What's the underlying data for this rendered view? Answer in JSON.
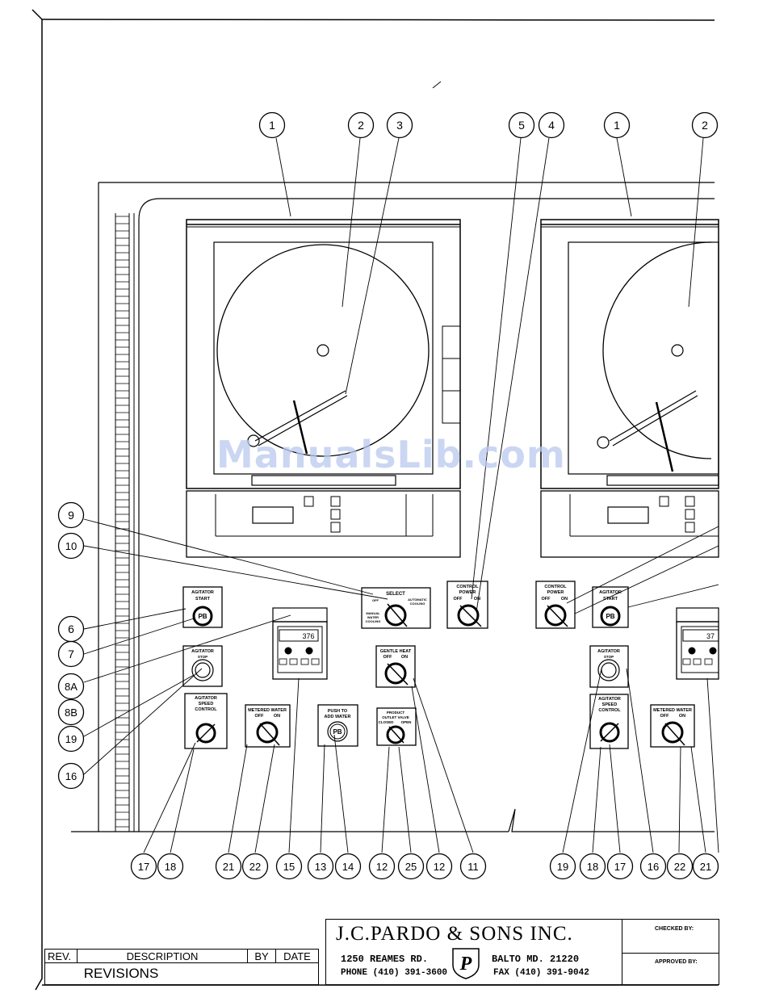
{
  "watermark": "ManualsLib.com",
  "callouts": [
    {
      "id": "c1a",
      "label": "1"
    },
    {
      "id": "c2a",
      "label": "2"
    },
    {
      "id": "c3",
      "label": "3"
    },
    {
      "id": "c5",
      "label": "5"
    },
    {
      "id": "c4",
      "label": "4"
    },
    {
      "id": "c1b",
      "label": "1"
    },
    {
      "id": "c2b",
      "label": "2"
    },
    {
      "id": "c9",
      "label": "9"
    },
    {
      "id": "c10",
      "label": "10"
    },
    {
      "id": "c6",
      "label": "6"
    },
    {
      "id": "c7",
      "label": "7"
    },
    {
      "id": "c8a",
      "label": "8A"
    },
    {
      "id": "c8b",
      "label": "8B"
    },
    {
      "id": "c19a",
      "label": "19"
    },
    {
      "id": "c16a",
      "label": "16"
    },
    {
      "id": "b17",
      "label": "17"
    },
    {
      "id": "b18",
      "label": "18"
    },
    {
      "id": "b21",
      "label": "21"
    },
    {
      "id": "b22",
      "label": "22"
    },
    {
      "id": "b15",
      "label": "15"
    },
    {
      "id": "b13",
      "label": "13"
    },
    {
      "id": "b14",
      "label": "14"
    },
    {
      "id": "b12a",
      "label": "12"
    },
    {
      "id": "b25",
      "label": "25"
    },
    {
      "id": "b12b",
      "label": "12"
    },
    {
      "id": "b11",
      "label": "11"
    },
    {
      "id": "b19",
      "label": "19"
    },
    {
      "id": "b18r",
      "label": "18"
    },
    {
      "id": "b17r",
      "label": "17"
    },
    {
      "id": "b16",
      "label": "16"
    },
    {
      "id": "b22r",
      "label": "22"
    },
    {
      "id": "b21r",
      "label": "21"
    }
  ],
  "panel_labels": {
    "agitator_start": [
      "AGITATOR",
      "START"
    ],
    "pb": "PB",
    "agitator_stop": [
      "AGITATOR",
      "STOP"
    ],
    "agitator_speed": [
      "AGITATOR",
      "SPEED",
      "CONTROL"
    ],
    "metered_water": [
      "METERED WATER",
      "OFF",
      "ON"
    ],
    "push_to_add": [
      "PUSH TO",
      "ADD WATER"
    ],
    "product_valve": [
      "PRODUCT",
      "OUTLET VALVE",
      "CLOSED",
      "OPEN"
    ],
    "gentle_heat": [
      "GENTLE HEAT",
      "OFF",
      "ON"
    ],
    "select": [
      "SELECT",
      "OFF",
      "MANUAL",
      "WATER",
      "COOLING",
      "AUTOMATIC",
      "COOLING"
    ],
    "control_power": [
      "CONTROL",
      "POWER",
      "OFF",
      "ON"
    ],
    "display_value": "376",
    "display_value_right": "37"
  },
  "revisions": {
    "rev": "REV.",
    "description": "DESCRIPTION",
    "by": "BY",
    "date": "DATE",
    "title": "REVISIONS"
  },
  "company": {
    "name": "J.C.PARDO & SONS INC.",
    "address": "1250 REAMES RD.",
    "city": "BALTO MD. 21220",
    "phone": "PHONE (410) 391-3600",
    "fax": "FAX (410) 391-9042",
    "logo_letter": "P"
  },
  "approvals": {
    "checked": "CHECKED BY:",
    "approved": "APPROVED BY:"
  }
}
